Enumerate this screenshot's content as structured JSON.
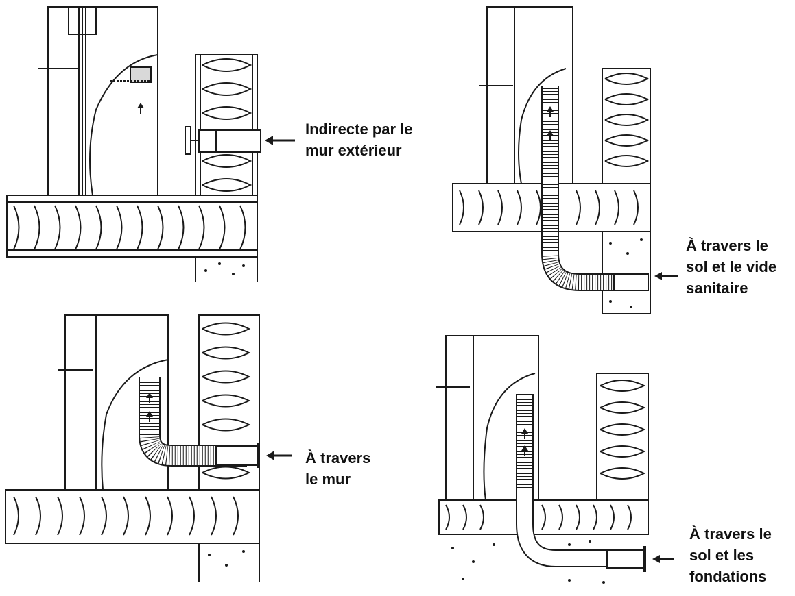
{
  "colors": {
    "line": "#1a1a1a",
    "paper": "#ffffff",
    "shade": "#d9d9d9"
  },
  "panels": [
    {
      "id": "indirect-wall",
      "caption_lines": [
        "Indirecte par le",
        "mur extérieur"
      ],
      "arrow_icon": "arrow-left-icon"
    },
    {
      "id": "floor-crawlspace",
      "caption_lines": [
        "À travers le",
        "sol et le vide",
        "sanitaire"
      ],
      "arrow_icon": "arrow-left-icon"
    },
    {
      "id": "through-wall",
      "caption_lines": [
        "À travers",
        "le mur"
      ],
      "arrow_icon": "arrow-left-icon"
    },
    {
      "id": "floor-foundation",
      "caption_lines": [
        "À travers le",
        "sol et les",
        "fondations"
      ],
      "arrow_icon": "arrow-left-icon"
    }
  ]
}
